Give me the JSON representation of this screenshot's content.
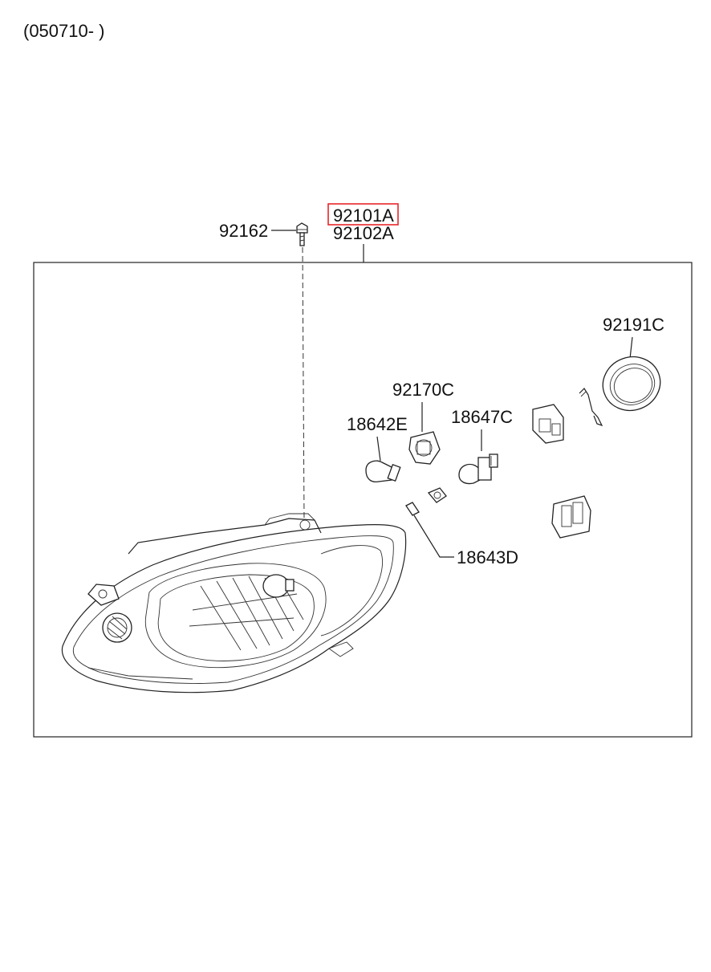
{
  "header": {
    "date_code": "(050710- )"
  },
  "highlight_color": "#e8262a",
  "callouts": {
    "p92101a": "92101A",
    "p92102a": "92102A",
    "p92162": "92162",
    "p92191c": "92191C",
    "p92170c": "92170C",
    "p18642e": "18642E",
    "p18647c": "18647C",
    "p18643d": "18643D"
  }
}
